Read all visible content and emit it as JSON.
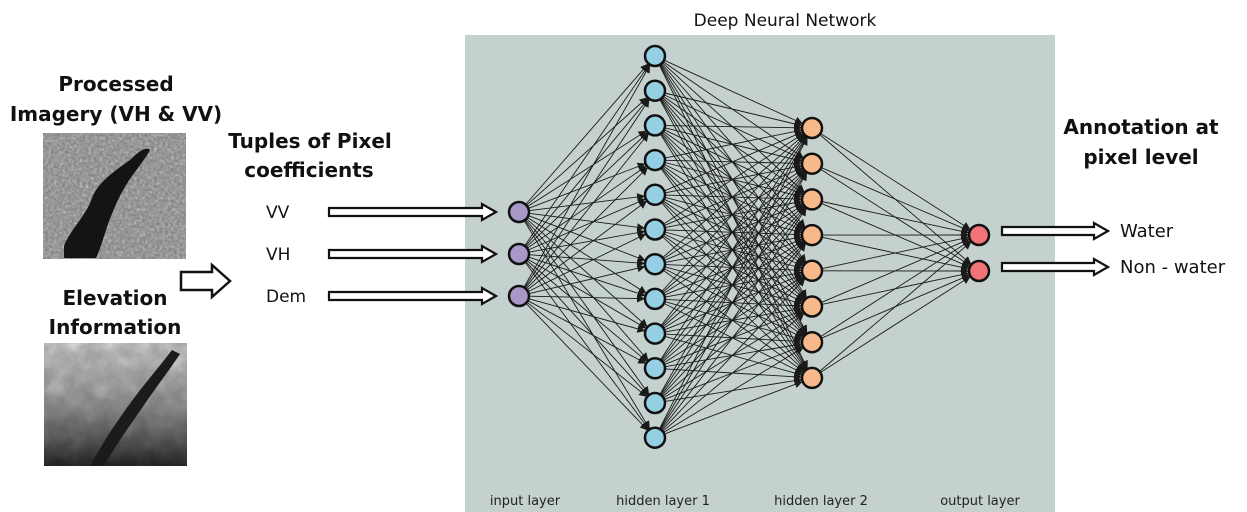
{
  "title": "Deep Neural Network",
  "left_panel": {
    "imagery_title_line1": "Processed",
    "imagery_title_line2": "Imagery (VH & VV)",
    "elevation_title_line1": "Elevation",
    "elevation_title_line2": "Information"
  },
  "tuples": {
    "title_line1": "Tuples of Pixel",
    "title_line2": "coefficients",
    "inputs": [
      "VV",
      "VH",
      "Dem"
    ]
  },
  "layers": [
    {
      "name": "input layer",
      "nodes": 3,
      "color": "#a897c7"
    },
    {
      "name": "hidden layer 1",
      "nodes": 12,
      "color": "#94cfe3"
    },
    {
      "name": "hidden layer 2",
      "nodes": 8,
      "color": "#f8b98a"
    },
    {
      "name": "output layer",
      "nodes": 2,
      "color": "#f27378"
    }
  ],
  "annotation": {
    "title_line1": "Annotation at",
    "title_line2": "pixel level",
    "outputs": [
      "Water",
      "Non - water"
    ]
  },
  "colors": {
    "network_panel": "#c5d1ce",
    "edge": "#1a1a1a"
  }
}
